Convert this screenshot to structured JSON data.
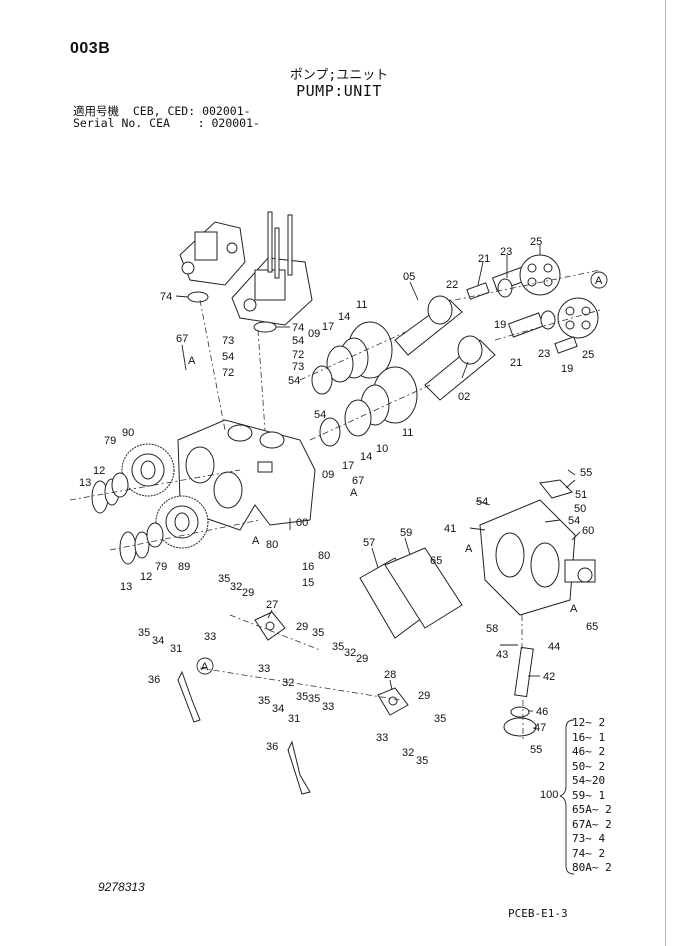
{
  "page": {
    "code": "003B",
    "title_jp": "ポンプ;ユニット",
    "title_en": "PUMP:UNIT",
    "serial_line1": "適用号機  CEB, CED: 002001-",
    "serial_line2": "Serial No. CEA    : 020001-",
    "doc_number": "9278313",
    "page_ref": "PCEB-E1-3"
  },
  "callouts": {
    "c74a": "74",
    "c74b": "74",
    "c67a": "67",
    "c67b": "67",
    "c73a": "73",
    "c73b": "73",
    "c54a": "54",
    "c54b": "54",
    "c54c": "54",
    "c54d": "54",
    "c72a": "72",
    "c72b": "72",
    "c09a": "09",
    "c09b": "09",
    "c17a": "17",
    "c17b": "17",
    "c14a": "14",
    "c14b": "14",
    "c11a": "11",
    "c11b": "11",
    "c10": "10",
    "c05": "05",
    "c02": "02",
    "c22": "22",
    "c21a": "21",
    "c21b": "21",
    "c23a": "23",
    "c23b": "23",
    "c25a": "25",
    "c25b": "25",
    "c19a": "19",
    "c19b": "19",
    "c79a": "79",
    "c79b": "79",
    "c90": "90",
    "c89": "89",
    "c12a": "12",
    "c12b": "12",
    "c13a": "13",
    "c13b": "13",
    "c00": "00",
    "c80a": "80",
    "c80b": "80",
    "c16": "16",
    "c15": "15",
    "c55a": "55",
    "c55b": "55",
    "c51": "51",
    "c50": "50",
    "c54e": "54",
    "c60": "60",
    "c41": "41",
    "c65a": "65",
    "c65b": "65",
    "c58": "58",
    "c44": "44",
    "c43": "43",
    "c42": "42",
    "c46": "46",
    "c47": "47",
    "c57": "57",
    "c59": "59",
    "c27": "27",
    "c28": "28",
    "c35": "35",
    "c32": "32",
    "c29": "29",
    "c33": "33",
    "c34": "34",
    "c31": "31",
    "c36": "36",
    "markerA": "A"
  },
  "kit": {
    "label": "100",
    "rows": [
      "12~ 2",
      "16~ 1",
      "46~ 2",
      "50~ 2",
      "54~20",
      "59~ 1",
      "65A~ 2",
      "67A~ 2",
      "73~ 4",
      "74~ 2",
      "80A~ 2"
    ]
  }
}
